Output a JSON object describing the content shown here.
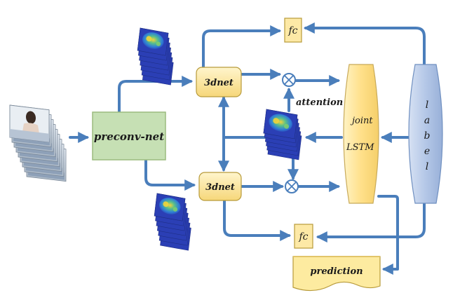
{
  "nodes": {
    "preconv": "preconv-net",
    "net_top": "3dnet",
    "net_bottom": "3dnet",
    "fc_top": "fc",
    "fc_bottom": "fc",
    "joint_line1": "joint",
    "joint_line2": "LSTM",
    "label_letters": [
      "l",
      "a",
      "b",
      "e",
      "l"
    ],
    "prediction": "prediction"
  },
  "annotations": {
    "attention": "attention",
    "multiply_symbol": "⊗"
  },
  "colors": {
    "arrow": "#4a7ebb",
    "preconv_fill": "#c6e0b4",
    "preconv_stroke": "#9bbb7f",
    "net_fill": "#fde9a6",
    "net_stroke": "#b79a3a",
    "fc_fill": "#fde9a6",
    "fc_stroke": "#b79a3a",
    "lstm_fill": "#ffe69a",
    "lstm_stroke": "#c8aa5a",
    "label_fill": "#b4c7e7",
    "label_stroke": "#6f8fc0",
    "prediction_fill": "#fdeba0",
    "heatmap_bg": "#3a4fbf",
    "heatmap_hot": "#f2d43a"
  },
  "icons": {
    "input": "video-frame-stack-icon",
    "heatmaps": "feature-heatmap-stack-icon",
    "multiply": "elementwise-multiply-icon"
  }
}
